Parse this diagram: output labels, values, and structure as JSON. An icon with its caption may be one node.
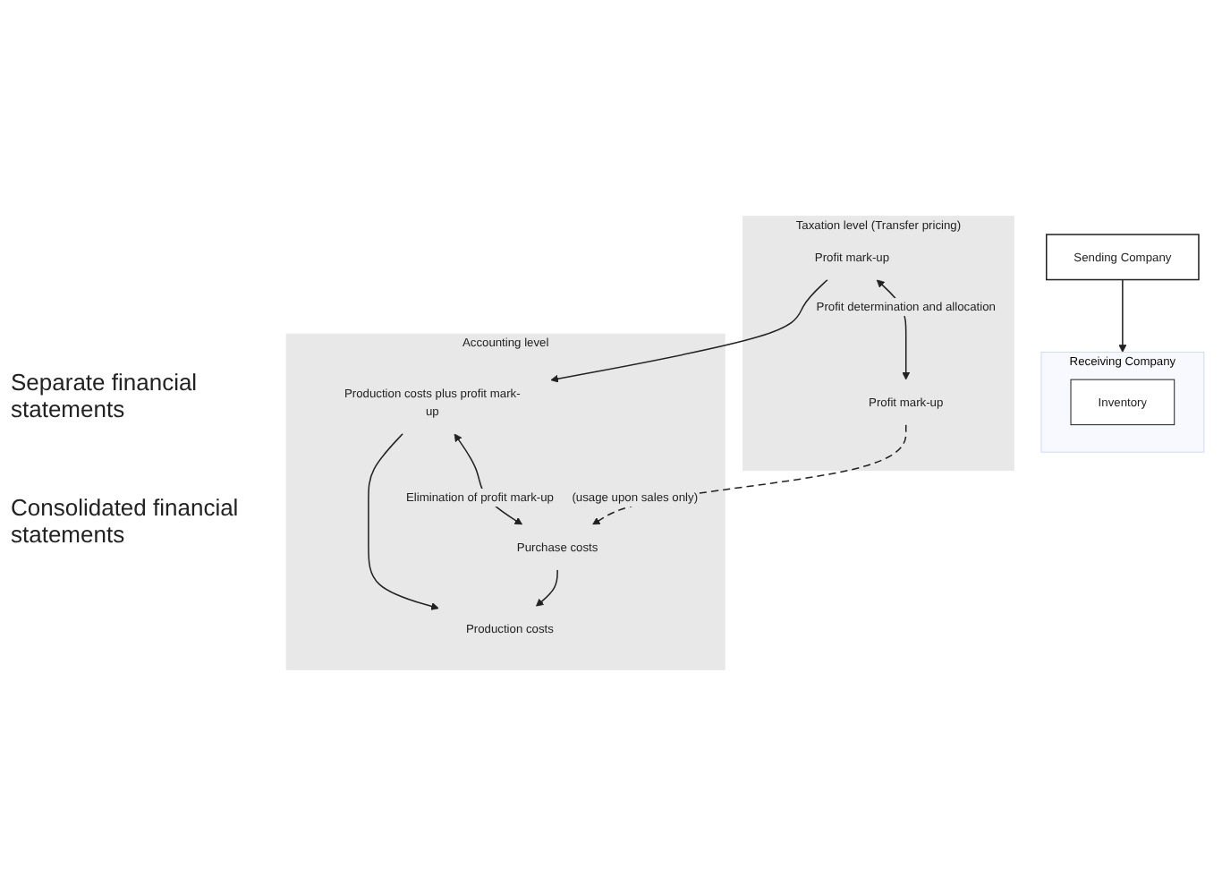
{
  "diagram": {
    "nodes": [
      {
        "text": [
          "Sending Company"
        ]
      },
      {
        "text": [
          "Receiving Company"
        ]
      },
      {
        "text": [
          "Inventory"
        ],
        "in": 1
      },
      {
        "text": [
          "Taxation level (Transfer pricing)"
        ]
      },
      {
        "text": [
          "Profit mark-up"
        ],
        "in": 3
      },
      {
        "text": [
          "Profit mark-up"
        ],
        "in": 3
      },
      {
        "text": [
          "Accounting level"
        ]
      },
      {
        "text": [
          "Production costs plus profit mark-up"
        ],
        "in": 6
      },
      {
        "text": [
          "Purchase costs"
        ],
        "in": 6
      },
      {
        "text": [
          "Production costs"
        ],
        "in": 6
      }
    ],
    "edges": [
      {
        "from": 0,
        "to": 1,
        "arrow": "to"
      },
      {
        "from": 4,
        "to": 5,
        "arrow": "both",
        "label": "Profit determination and allocation"
      },
      {
        "from": 4,
        "to": 7,
        "arrow": "to"
      },
      {
        "from": 5,
        "to": 8,
        "arrow": "to",
        "style": "dashed",
        "label": "(usage upon sales only)"
      },
      {
        "from": 7,
        "to": 8,
        "arrow": "both",
        "label": "Elimination of profit mark-up"
      },
      {
        "from": 8,
        "to": 9,
        "arrow": "to"
      },
      {
        "from": 7,
        "to": 9,
        "arrow": "to"
      }
    ],
    "labels": [
      "Separate financial statements",
      "Consolidated financial statements"
    ]
  }
}
